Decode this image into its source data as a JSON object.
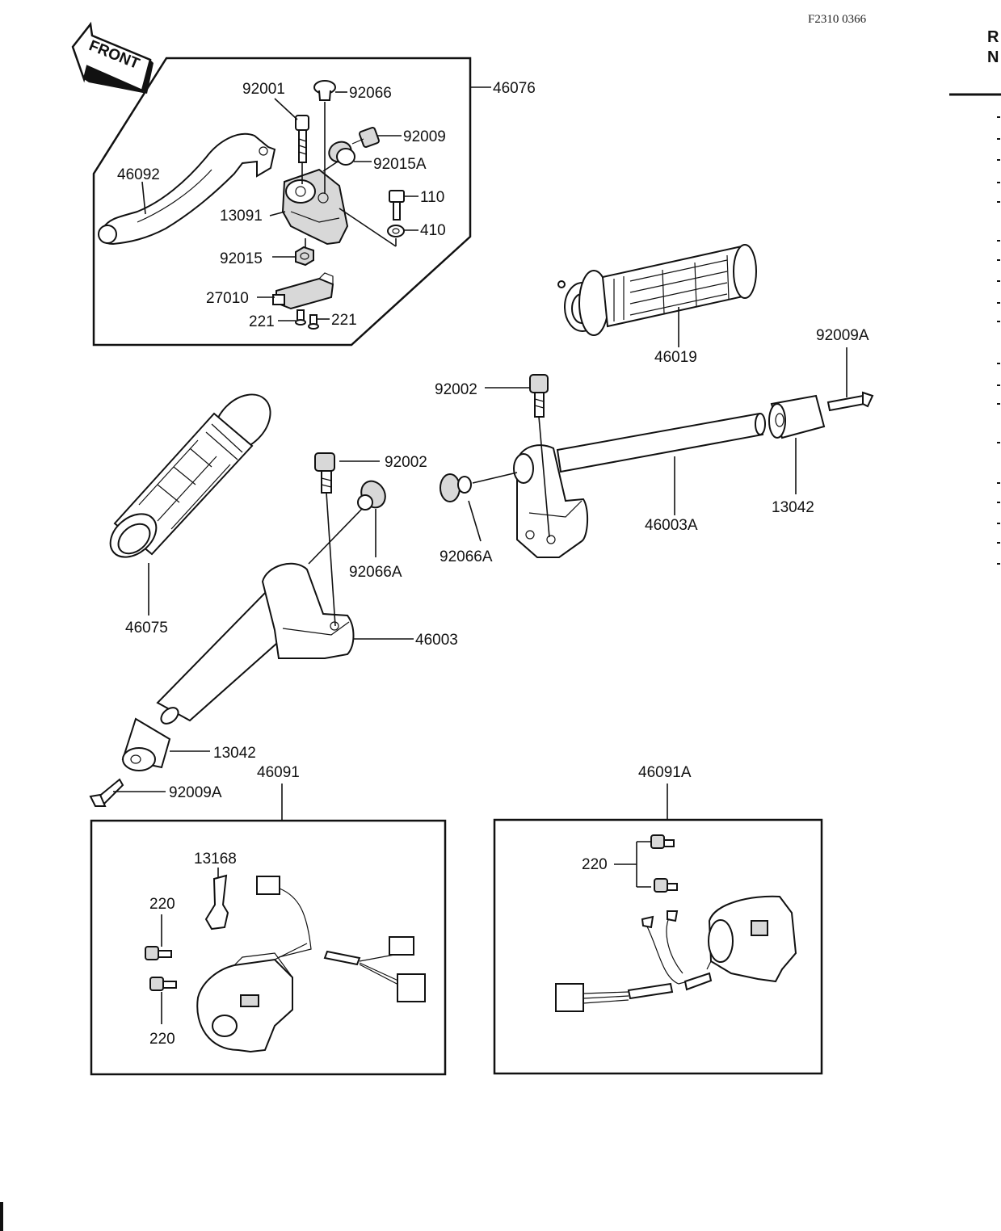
{
  "header": {
    "code": "F2310 0366",
    "edge_text_top": "R",
    "edge_text_bottom": "N"
  },
  "front_arrow_label": "FRONT",
  "labels": {
    "p46076": "46076",
    "p92001": "92001",
    "p92066": "92066",
    "p92009": "92009",
    "p92015A": "92015A",
    "p46092": "46092",
    "p110": "110",
    "p13091": "13091",
    "p410": "410",
    "p92015": "92015",
    "p27010": "27010",
    "p221a": "221",
    "p221b": "221",
    "p46019": "46019",
    "p92009A_r": "92009A",
    "p92002_r": "92002",
    "p13042_r": "13042",
    "p46003A": "46003A",
    "p92066A_r": "92066A",
    "p92002_l": "92002",
    "p92066A_l": "92066A",
    "p46075": "46075",
    "p46003": "46003",
    "p13042_l": "13042",
    "p92009A_l": "92009A",
    "p46091": "46091",
    "p46091A": "46091A",
    "p13168": "13168",
    "p220a": "220",
    "p220b": "220",
    "p220c": "220"
  },
  "colors": {
    "ink": "#111111",
    "paper": "#ffffff",
    "shade": "#d8d8d8"
  }
}
